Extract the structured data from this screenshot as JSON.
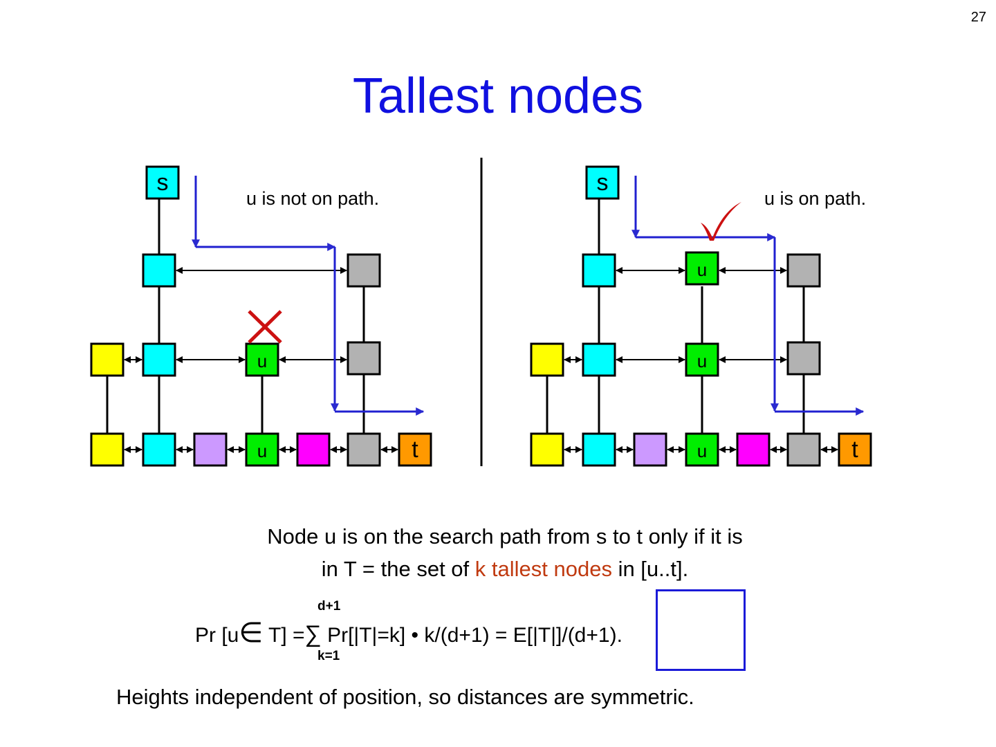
{
  "slide_number": "27",
  "title": "Tallest nodes",
  "left_panel": {
    "caption": "u is not on path.",
    "marker": "cross-icon",
    "labels": {
      "s": "s",
      "u": "u",
      "t": "t"
    }
  },
  "right_panel": {
    "caption": "u is on path.",
    "marker": "checkmark-icon",
    "labels": {
      "s": "s",
      "u": "u",
      "t": "t"
    }
  },
  "colors": {
    "title": "#1010e0",
    "cyan": "#00ffff",
    "yellow": "#ffff00",
    "green": "#00ee00",
    "gray": "#b2b2b2",
    "lavender": "#cc99ff",
    "magenta": "#ff00ff",
    "orange": "#ff9900",
    "path": "#2020d0",
    "cross": "#cc1111",
    "highlight_text": "#c03a10"
  },
  "paragraph": {
    "line1": "Node u is on the search path from s to t only if it is",
    "line2_pre": "in T = the set of ",
    "line2_highlight": "k tallest nodes",
    "line2_post": " in [u..t]."
  },
  "formula": {
    "text_pre": "Pr [u",
    "element_of": "∈",
    "text_mid": " T]  =",
    "sum": "∑",
    "text_post": " Pr[|T|=k] • k/(d+1) = E[|T|]/(d+1).",
    "sum_upper": "d+1",
    "sum_lower": "k=1"
  },
  "footer": "Heights independent of position, so distances are symmetric."
}
